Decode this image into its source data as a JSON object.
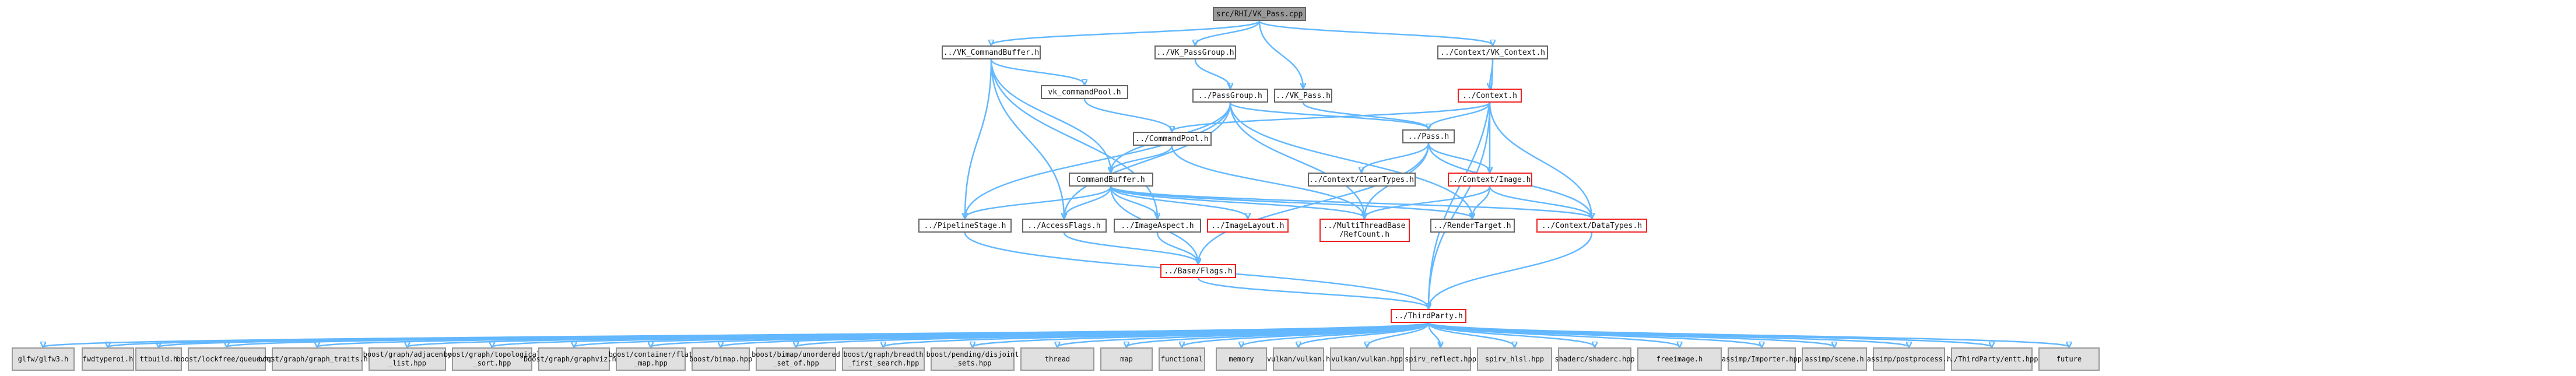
{
  "diagram": {
    "title_node": "src/RHI/VK_Pass.cpp",
    "nodes": [
      {
        "id": "root",
        "label": "src/RHI/VK_Pass.cpp",
        "style": "root"
      },
      {
        "id": "vkcb",
        "label": "../VK_CommandBuffer.h",
        "style": "normal"
      },
      {
        "id": "vkpg",
        "label": "../VK_PassGroup.h",
        "style": "normal"
      },
      {
        "id": "vkpass",
        "label": "../VK_Pass.h",
        "style": "normal"
      },
      {
        "id": "vkctx",
        "label": "../Context/VK_Context.h",
        "style": "normal"
      },
      {
        "id": "cmdpool_vk",
        "label": "vk_commandPool.h",
        "style": "normal"
      },
      {
        "id": "passgroup",
        "label": "../PassGroup.h",
        "style": "normal"
      },
      {
        "id": "context",
        "label": "../Context.h",
        "style": "red"
      },
      {
        "id": "cmdpool",
        "label": "../CommandPool.h",
        "style": "normal"
      },
      {
        "id": "pass",
        "label": "../Pass.h",
        "style": "normal"
      },
      {
        "id": "cmdbuf",
        "label": "CommandBuffer.h",
        "style": "normal"
      },
      {
        "id": "cleartypes",
        "label": "../Context/ClearTypes.h",
        "style": "normal"
      },
      {
        "id": "image",
        "label": "../Context/Image.h",
        "style": "red"
      },
      {
        "id": "pipelinestage",
        "label": "../PipelineStage.h",
        "style": "normal"
      },
      {
        "id": "accessflags",
        "label": "../AccessFlags.h",
        "style": "normal"
      },
      {
        "id": "imageaspect",
        "label": "../ImageAspect.h",
        "style": "normal"
      },
      {
        "id": "imagelayout",
        "label": "../ImageLayout.h",
        "style": "red"
      },
      {
        "id": "refcount",
        "label": "../MultiThreadBase\n/RefCount.h",
        "style": "red"
      },
      {
        "id": "rendertarget",
        "label": "../RenderTarget.h",
        "style": "normal"
      },
      {
        "id": "datatypes",
        "label": "../Context/DataTypes.h",
        "style": "red"
      },
      {
        "id": "baseflags",
        "label": "../Base/Flags.h",
        "style": "red"
      },
      {
        "id": "thirdparty",
        "label": "../ThirdParty.h",
        "style": "red"
      },
      {
        "id": "l1",
        "label": "glfw/glfw3.h",
        "style": "leaf"
      },
      {
        "id": "l2",
        "label": "fwdtyperoi.h",
        "style": "leaf"
      },
      {
        "id": "l3",
        "label": "ttbuild.h",
        "style": "leaf"
      },
      {
        "id": "l4",
        "label": "boost/lockfree/queue.hpp",
        "style": "leaf"
      },
      {
        "id": "l5",
        "label": "boost/graph/graph_traits.hpp",
        "style": "leaf"
      },
      {
        "id": "l6",
        "label": "boost/graph/adjacency\n_list.hpp",
        "style": "leaf"
      },
      {
        "id": "l7",
        "label": "boost/graph/topological\n_sort.hpp",
        "style": "leaf"
      },
      {
        "id": "l8",
        "label": "boost/graph/graphviz.hpp",
        "style": "leaf"
      },
      {
        "id": "l9",
        "label": "boost/container/flat\n_map.hpp",
        "style": "leaf"
      },
      {
        "id": "l10",
        "label": "boost/bimap.hpp",
        "style": "leaf"
      },
      {
        "id": "l11",
        "label": "boost/bimap/unordered\n_set_of.hpp",
        "style": "leaf"
      },
      {
        "id": "l12",
        "label": "boost/graph/breadth\n_first_search.hpp",
        "style": "leaf"
      },
      {
        "id": "l13",
        "label": "boost/pending/disjoint\n_sets.hpp",
        "style": "leaf"
      },
      {
        "id": "l14",
        "label": "thread",
        "style": "leaf"
      },
      {
        "id": "l15",
        "label": "map",
        "style": "leaf"
      },
      {
        "id": "l16",
        "label": "functional",
        "style": "leaf"
      },
      {
        "id": "l17",
        "label": "memory",
        "style": "leaf"
      },
      {
        "id": "l18",
        "label": "vulkan/vulkan.h",
        "style": "leaf"
      },
      {
        "id": "l19",
        "label": "vulkan/vulkan.hpp",
        "style": "leaf"
      },
      {
        "id": "l20",
        "label": "spirv_reflect.hpp",
        "style": "leaf"
      },
      {
        "id": "l21",
        "label": "spirv_hlsl.hpp",
        "style": "leaf"
      },
      {
        "id": "l22",
        "label": "shaderc/shaderc.hpp",
        "style": "leaf"
      },
      {
        "id": "l23",
        "label": "freeimage.h",
        "style": "leaf"
      },
      {
        "id": "l24",
        "label": "assimp/Importer.hpp",
        "style": "leaf"
      },
      {
        "id": "l25",
        "label": "assimp/scene.h",
        "style": "leaf"
      },
      {
        "id": "l26",
        "label": "assimp/postprocess.h",
        "style": "leaf"
      },
      {
        "id": "l27",
        "label": "../ThirdParty/entt.hpp",
        "style": "leaf"
      },
      {
        "id": "l28",
        "label": "future",
        "style": "leaf"
      }
    ],
    "edges": [
      [
        "root",
        "vkcb"
      ],
      [
        "root",
        "vkpg"
      ],
      [
        "root",
        "vkpass"
      ],
      [
        "root",
        "vkctx"
      ],
      [
        "vkcb",
        "cmdpool_vk"
      ],
      [
        "vkcb",
        "cmdbuf"
      ],
      [
        "vkcb",
        "pipelinestage"
      ],
      [
        "vkcb",
        "accessflags"
      ],
      [
        "vkcb",
        "imageaspect"
      ],
      [
        "vkpg",
        "passgroup"
      ],
      [
        "vkpass",
        "pass"
      ],
      [
        "vkctx",
        "context"
      ],
      [
        "vkctx",
        "thirdparty"
      ],
      [
        "cmdpool_vk",
        "cmdpool"
      ],
      [
        "passgroup",
        "pass"
      ],
      [
        "passgroup",
        "cmdbuf"
      ],
      [
        "passgroup",
        "pipelinestage"
      ],
      [
        "passgroup",
        "accessflags"
      ],
      [
        "passgroup",
        "refcount"
      ],
      [
        "passgroup",
        "rendertarget"
      ],
      [
        "context",
        "pass"
      ],
      [
        "context",
        "cmdpool"
      ],
      [
        "context",
        "image"
      ],
      [
        "context",
        "datatypes"
      ],
      [
        "context",
        "thirdparty"
      ],
      [
        "cmdpool",
        "cmdbuf"
      ],
      [
        "cmdpool",
        "refcount"
      ],
      [
        "pass",
        "cleartypes"
      ],
      [
        "pass",
        "image"
      ],
      [
        "pass",
        "refcount"
      ],
      [
        "pass",
        "datatypes"
      ],
      [
        "pass",
        "baseflags"
      ],
      [
        "cmdbuf",
        "pipelinestage"
      ],
      [
        "cmdbuf",
        "accessflags"
      ],
      [
        "cmdbuf",
        "imageaspect"
      ],
      [
        "cmdbuf",
        "imagelayout"
      ],
      [
        "cmdbuf",
        "refcount"
      ],
      [
        "cmdbuf",
        "rendertarget"
      ],
      [
        "cmdbuf",
        "baseflags"
      ],
      [
        "cmdbuf",
        "datatypes"
      ],
      [
        "image",
        "refcount"
      ],
      [
        "image",
        "rendertarget"
      ],
      [
        "image",
        "datatypes"
      ],
      [
        "pipelinestage",
        "thirdparty"
      ],
      [
        "accessflags",
        "baseflags"
      ],
      [
        "imageaspect",
        "baseflags"
      ],
      [
        "baseflags",
        "thirdparty"
      ],
      [
        "datatypes",
        "thirdparty"
      ],
      [
        "thirdparty",
        "l1"
      ],
      [
        "thirdparty",
        "l2"
      ],
      [
        "thirdparty",
        "l3"
      ],
      [
        "thirdparty",
        "l4"
      ],
      [
        "thirdparty",
        "l5"
      ],
      [
        "thirdparty",
        "l6"
      ],
      [
        "thirdparty",
        "l7"
      ],
      [
        "thirdparty",
        "l8"
      ],
      [
        "thirdparty",
        "l9"
      ],
      [
        "thirdparty",
        "l10"
      ],
      [
        "thirdparty",
        "l11"
      ],
      [
        "thirdparty",
        "l12"
      ],
      [
        "thirdparty",
        "l13"
      ],
      [
        "thirdparty",
        "l14"
      ],
      [
        "thirdparty",
        "l15"
      ],
      [
        "thirdparty",
        "l16"
      ],
      [
        "thirdparty",
        "l17"
      ],
      [
        "thirdparty",
        "l18"
      ],
      [
        "thirdparty",
        "l19"
      ],
      [
        "thirdparty",
        "l20"
      ],
      [
        "thirdparty",
        "l21"
      ],
      [
        "thirdparty",
        "l22"
      ],
      [
        "thirdparty",
        "l23"
      ],
      [
        "thirdparty",
        "l24"
      ],
      [
        "thirdparty",
        "l25"
      ],
      [
        "thirdparty",
        "l26"
      ],
      [
        "thirdparty",
        "l27"
      ],
      [
        "thirdparty",
        "l28"
      ]
    ],
    "colors": {
      "edge": "#63b8ff",
      "root_fill": "#999999",
      "highlight_border": "#ee2222",
      "leaf_fill": "#e0e0e0"
    }
  }
}
